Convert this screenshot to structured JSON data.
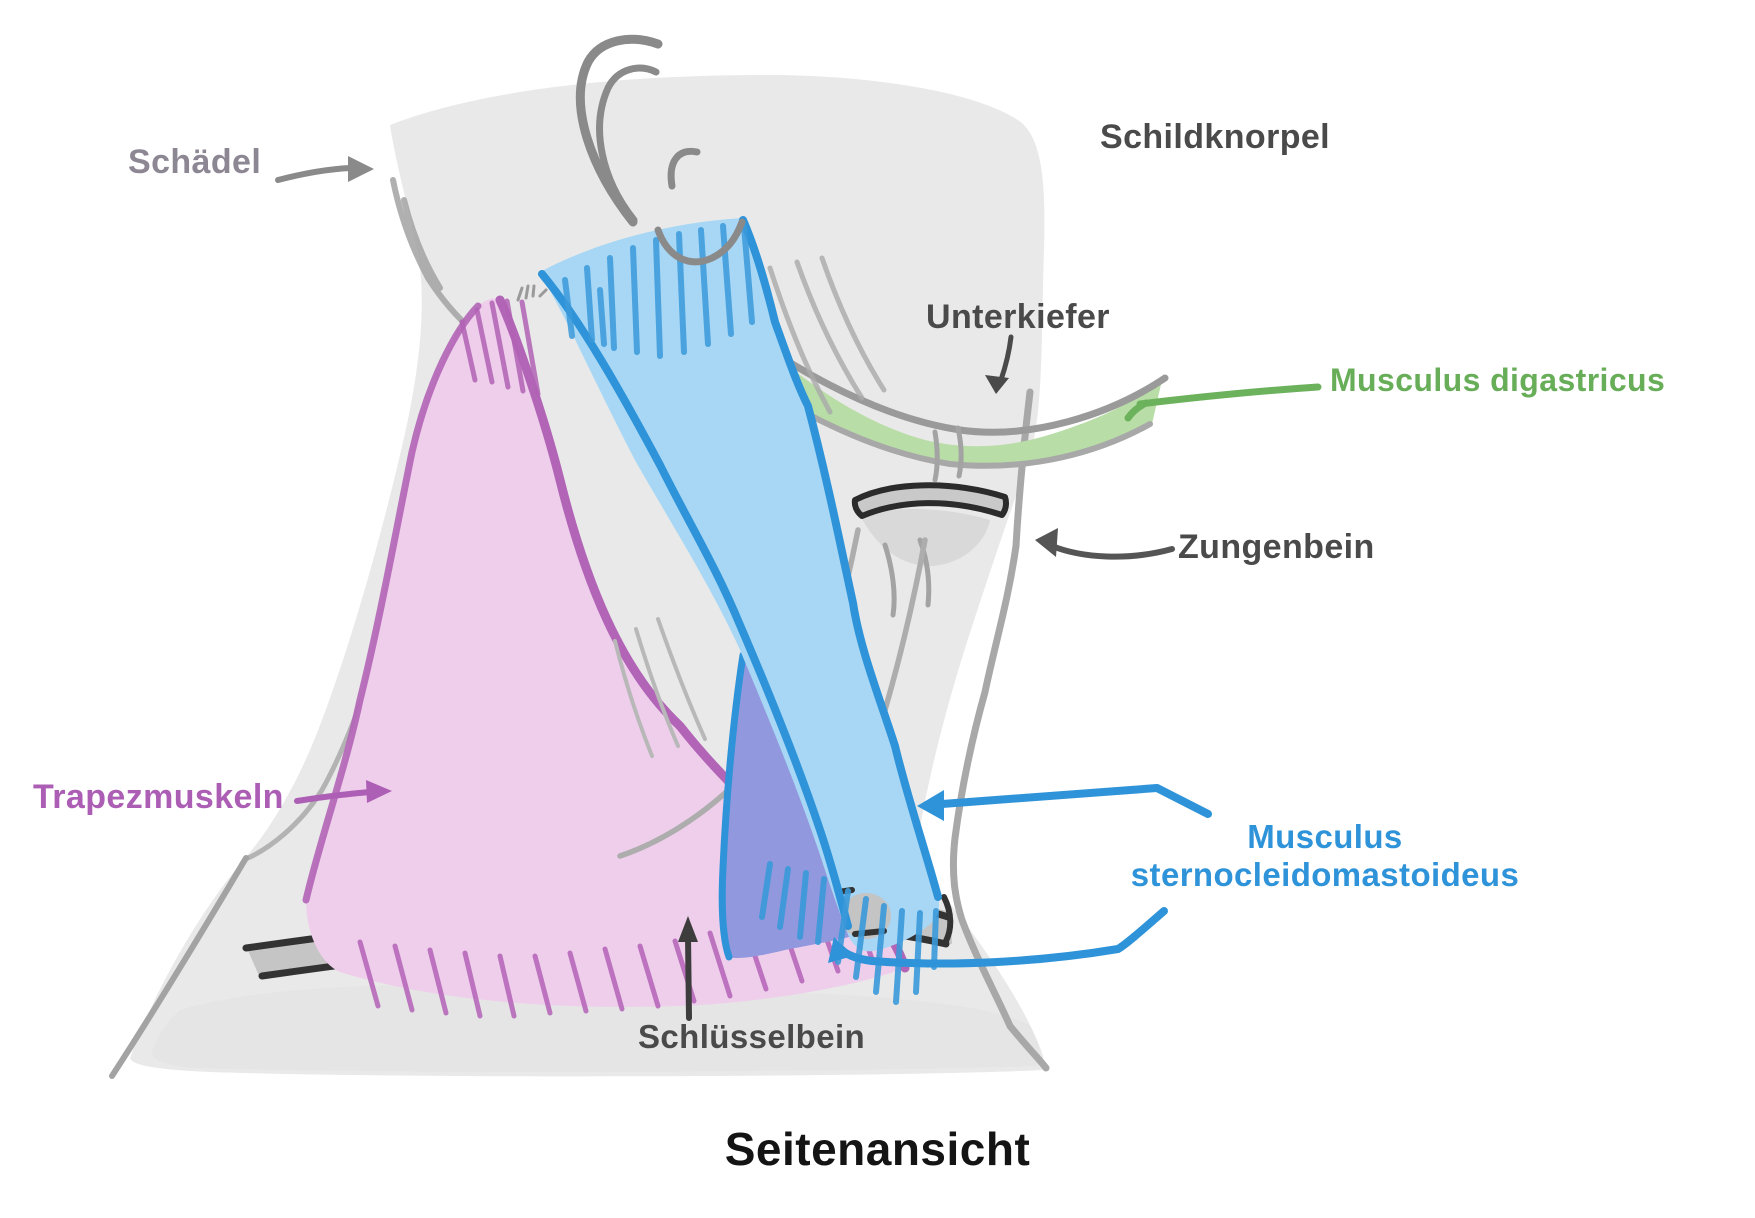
{
  "title": "Seitenansicht",
  "labels": {
    "schaedel": {
      "text": "Schädel",
      "color": "#8d8794"
    },
    "schildknorpel": {
      "text": "Schildknorpel",
      "color": "#4a4a4a"
    },
    "unterkiefer": {
      "text": "Unterkiefer",
      "color": "#4a4a4a"
    },
    "musculus_digastricus": {
      "text": "Musculus digastricus",
      "color": "#68ae59"
    },
    "zungenbein": {
      "text": "Zungenbein",
      "color": "#4a4a4a"
    },
    "trapezmuskeln": {
      "text": "Trapezmuskeln",
      "color": "#ac5eb5"
    },
    "musculus_sternocleidomastoideus": {
      "text_line1": "Musculus",
      "text_line2": "sternocleidomastoideus",
      "color": "#2e93d8"
    },
    "schluesselbein": {
      "text": "Schlüsselbein",
      "color": "#4a4a4a"
    }
  },
  "colors": {
    "title_text": "#141414",
    "skin_gray": "#e9e9e9",
    "outline_gray": "#9c9c9c",
    "bone_gray": "#c5c5c5",
    "bone_edge_dark": "#333333",
    "trapezius_fill": "#eeceeb",
    "trapezius_edge": "#b264b6",
    "scm_fill": "#a7d7f4",
    "scm_edge": "#2e93d8",
    "clavicular_head_fill": "#9298dd",
    "digastricus_fill": "#b9dda7"
  }
}
